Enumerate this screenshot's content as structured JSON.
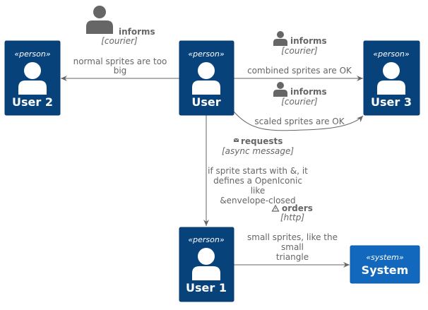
{
  "colors": {
    "person": "#08427B",
    "system": "#1168BD",
    "line": "#666666",
    "text": "#666666",
    "white": "#FFFFFF"
  },
  "nodes": {
    "user": {
      "stereotype": "«person»",
      "name": "User"
    },
    "user2": {
      "stereotype": "«person»",
      "name": "User 2"
    },
    "user3": {
      "stereotype": "«person»",
      "name": "User 3"
    },
    "user1": {
      "stereotype": "«person»",
      "name": "User 1"
    },
    "system": {
      "stereotype": "«system»",
      "name": "System"
    }
  },
  "legend_tag": {
    "label": "informs",
    "tech": "[courier]",
    "icon": "courier-person-icon"
  },
  "relations": {
    "to_user2": {
      "label_lines": [
        "normal sprites are too",
        "big"
      ]
    },
    "to_user3_combined": {
      "tag_label": "informs",
      "tag_tech": "[courier]",
      "tag_icon": "courier-person-icon",
      "label": "combined sprites are OK"
    },
    "to_user3_scaled": {
      "tag_label": "informs",
      "tag_tech": "[courier]",
      "tag_icon": "courier-person-icon",
      "label": "scaled sprites are OK"
    },
    "to_user1": {
      "tag_label": "requests",
      "tag_tech": "[async message]",
      "tag_icon": "envelope-closed-icon",
      "label_lines": [
        "if sprite starts with &, it",
        "defines a OpenIconic",
        "like",
        "&envelope-closed"
      ]
    },
    "to_system": {
      "tag_label": "orders",
      "tag_tech": "[http]",
      "tag_icon": "triangle-icon",
      "label_lines": [
        "small sprites, like the",
        "small",
        "triangle"
      ]
    }
  }
}
